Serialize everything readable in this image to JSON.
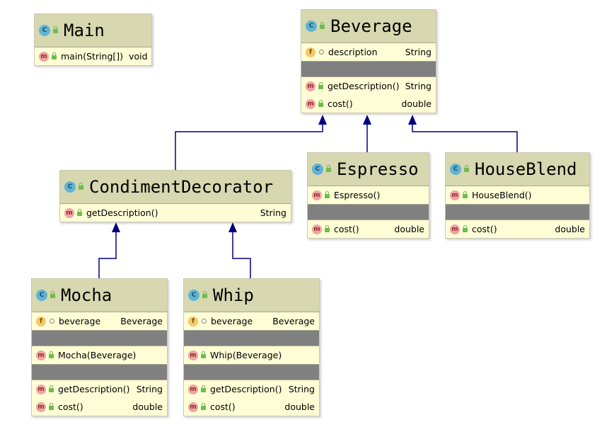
{
  "classes": {
    "main": {
      "name": "Main",
      "methods": [
        {
          "name": "main(String[])",
          "type": "void"
        }
      ]
    },
    "beverage": {
      "name": "Beverage",
      "fields": [
        {
          "name": "description",
          "type": "String"
        }
      ],
      "methods": [
        {
          "name": "getDescription()",
          "type": "String"
        },
        {
          "name": "cost()",
          "type": "double"
        }
      ]
    },
    "condiment": {
      "name": "CondimentDecorator",
      "methods": [
        {
          "name": "getDescription()",
          "type": "String"
        }
      ]
    },
    "espresso": {
      "name": "Espresso",
      "constructors": [
        {
          "name": "Espresso()"
        }
      ],
      "methods": [
        {
          "name": "cost()",
          "type": "double"
        }
      ]
    },
    "houseblend": {
      "name": "HouseBlend",
      "constructors": [
        {
          "name": "HouseBlend()"
        }
      ],
      "methods": [
        {
          "name": "cost()",
          "type": "double"
        }
      ]
    },
    "mocha": {
      "name": "Mocha",
      "fields": [
        {
          "name": "beverage",
          "type": "Beverage"
        }
      ],
      "constructors": [
        {
          "name": "Mocha(Beverage)"
        }
      ],
      "methods": [
        {
          "name": "getDescription()",
          "type": "String"
        },
        {
          "name": "cost()",
          "type": "double"
        }
      ]
    },
    "whip": {
      "name": "Whip",
      "fields": [
        {
          "name": "beverage",
          "type": "Beverage"
        }
      ],
      "constructors": [
        {
          "name": "Whip(Beverage)"
        }
      ],
      "methods": [
        {
          "name": "getDescription()",
          "type": "String"
        },
        {
          "name": "cost()",
          "type": "double"
        }
      ]
    }
  },
  "icons": {
    "class": "C",
    "method": "m",
    "field": "f"
  },
  "colors": {
    "header": "#d7d7b0",
    "body": "#fefdd6",
    "edge": "#000080",
    "class_icon": "#5fb4d4",
    "method_icon": "#f1a3a3",
    "field_icon": "#f6c86a",
    "visibility_lock": "#6ebd4d"
  }
}
